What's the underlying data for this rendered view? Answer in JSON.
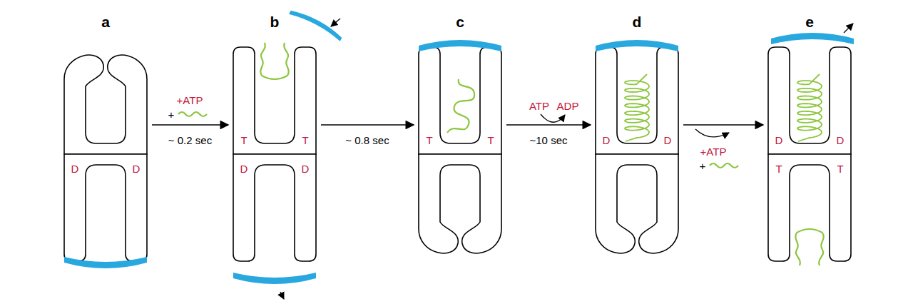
{
  "diagram": {
    "nodes": [
      {
        "text": [
          "a",
          "D",
          "D"
        ]
      },
      {
        "text": [
          "b",
          "T",
          "T",
          "D",
          "D"
        ]
      },
      {
        "text": [
          "c",
          "T",
          "T"
        ]
      },
      {
        "text": [
          "d",
          "D",
          "D"
        ]
      },
      {
        "text": [
          "e",
          "D",
          "D",
          "T",
          "T"
        ]
      }
    ],
    "edges": [
      {
        "from": 0,
        "to": 1,
        "label": "~ 0.2 sec",
        "arrow": "to"
      },
      {
        "from": 1,
        "to": 2,
        "label": "~ 0.8 sec",
        "arrow": "to"
      },
      {
        "from": 2,
        "to": 3,
        "label": "~10 sec",
        "arrow": "to"
      },
      {
        "from": 3,
        "to": 4,
        "arrow": "to"
      }
    ],
    "labels": [
      "+ATP",
      "+",
      "ATP",
      "ADP",
      "+ATP",
      "+"
    ]
  }
}
